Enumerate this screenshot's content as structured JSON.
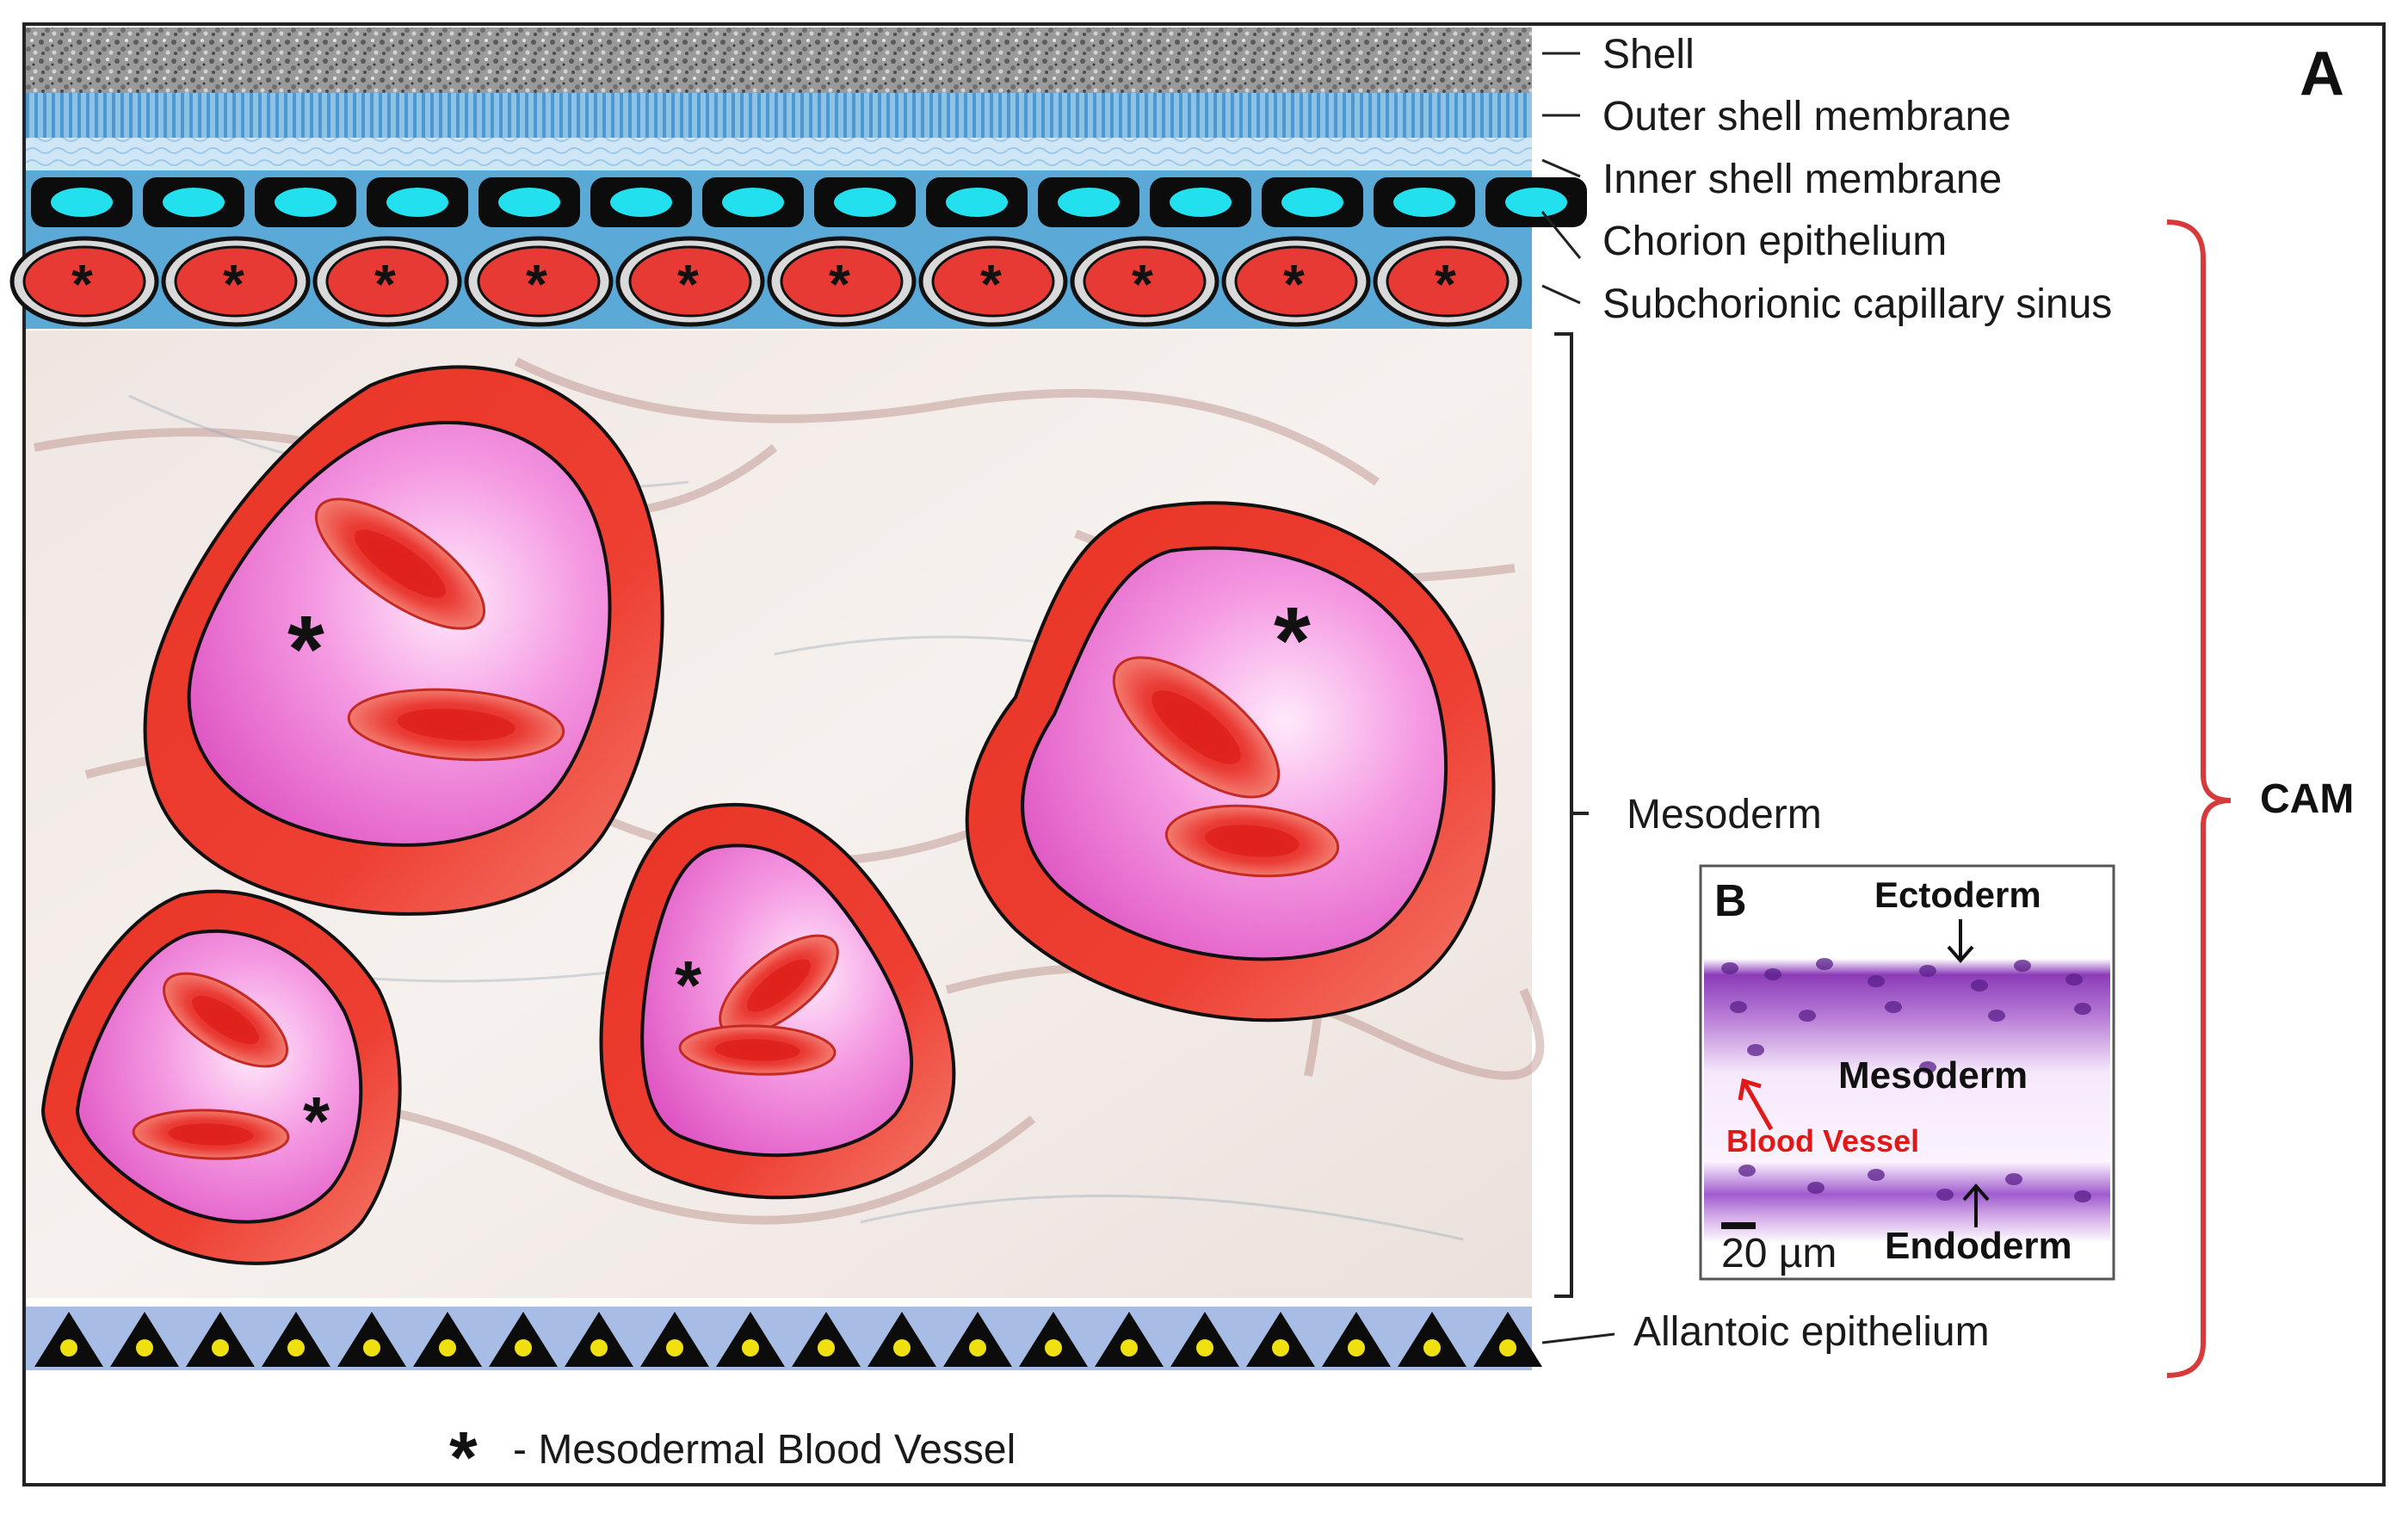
{
  "panel_a": {
    "letter": "A",
    "layers": {
      "shell": "Shell",
      "outer_shell_membrane": "Outer shell membrane",
      "inner_shell_membrane": "Inner shell membrane",
      "chorion_epithelium": "Chorion epithelium",
      "subchorionic_capillary_sinus": "Subchorionic capillary sinus",
      "mesoderm": "Mesoderm",
      "allantoic_epithelium": "Allantoic epithelium"
    },
    "cam_label": "CAM",
    "legend": {
      "symbol": "*",
      "text": "- Mesodermal Blood Vessel"
    }
  },
  "panel_b": {
    "letter": "B",
    "ectoderm": "Ectoderm",
    "mesoderm": "Mesoderm",
    "blood_vessel": "Blood Vessel",
    "endoderm": "Endoderm",
    "scale_bar": "20 µm"
  },
  "colors": {
    "vessel_wall": "#e8362c",
    "vessel_lumen": "#f07ad6",
    "rbc": "#e83a34",
    "chorion_nucleus": "#22e0ee",
    "allantoic_nucleus": "#f0e010",
    "cam_bracket": "#d63a3a",
    "blood_vessel_label": "#e01818",
    "histology_stain": "#9a3fc0"
  }
}
